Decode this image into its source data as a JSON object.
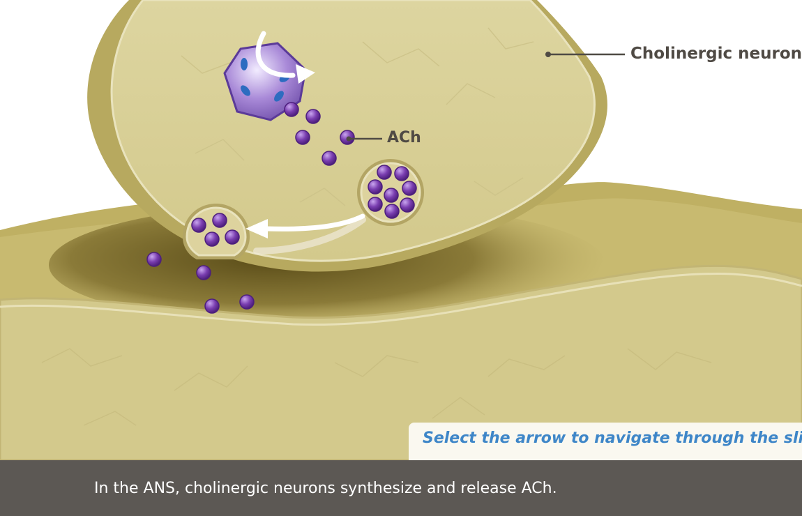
{
  "labels": {
    "cholinergic_neuron": "Cholinergic neuron",
    "ach": "ACh"
  },
  "hint": "Select the arrow to navigate through the slides.",
  "caption": "In the ANS, cholinergic neurons synthesize and release ACh.",
  "colors": {
    "tissue": "#d6cc8f",
    "neuron_fill": "#dcd39c",
    "membrane": "#b9ab5f",
    "cleft_shadow": "#6e5f22",
    "ach_molecule": "#7a3eb0",
    "caption_bar": "#5c5854",
    "hint_text": "#3e86c8",
    "label_text": "#4f4a44"
  },
  "icons": [
    "curved-arrow-icon",
    "vesicle-transport-arrow-icon"
  ]
}
